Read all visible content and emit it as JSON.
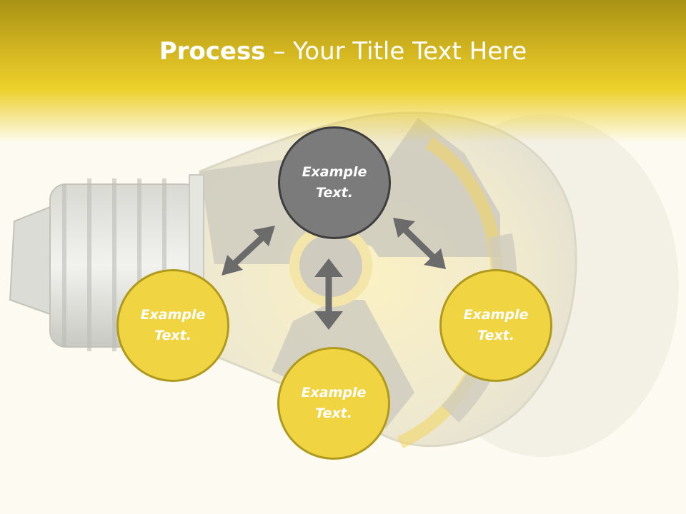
{
  "title": {
    "bold": "Process",
    "rest": " – Your Title Text Here"
  },
  "nodes": {
    "top": {
      "line1": "Example",
      "line2": "Text."
    },
    "left": {
      "line1": "Example",
      "line2": "Text."
    },
    "bottom": {
      "line1": "Example",
      "line2": "Text."
    },
    "right": {
      "line1": "Example",
      "line2": "Text."
    }
  },
  "colors": {
    "header": "#ecd02a",
    "background": "#fdfbf1",
    "node_dark": "#7b7b7b",
    "node_yellow": "#f0d442",
    "arrow": "#6b6b6b"
  },
  "icons": [
    "light-bulb-icon",
    "radiation-symbol-icon",
    "double-arrow-icon"
  ]
}
